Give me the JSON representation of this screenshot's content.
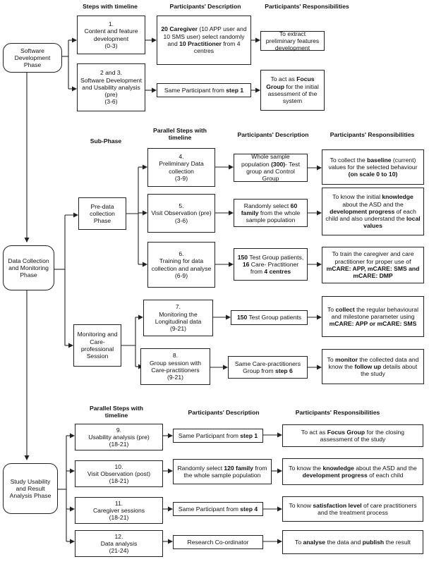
{
  "headers": {
    "steps_timeline": "Steps with timeline",
    "participants_description": "Participants' Description",
    "participants_responsibilities": "Participants' Responsibilities",
    "sub_phase": "Sub-Phase",
    "parallel_steps_1": "Parallel Steps with timeline",
    "participants_description_2": "Participants' Description",
    "participants_responsibilities_2": "Participants' Responsibilities",
    "parallel_steps_2": "Parallel Steps with timeline",
    "participants_description_3": "Participants' Description",
    "participants_responsibilities_3": "Participants' Responsibilities"
  },
  "phases": {
    "software_dev": "Software Development Phase",
    "data_collection": "Data Collection and Monitoring Phase",
    "study_usability": "Study Usability and Result Analysis Phase"
  },
  "subphases": {
    "pre_data": "Pre-data collection Phase",
    "monitoring": "Monitoring and Care-professional Session"
  },
  "steps": {
    "s1": {
      "num": "1.",
      "title": "Content and feature development",
      "time": "(0-3)"
    },
    "s23": {
      "num": "2 and 3.",
      "title": "Software Development and Usability analysis (pre)",
      "time": "(3-6)"
    },
    "s4": {
      "num": "4.",
      "title": "Preliminary Data collection",
      "time": "(3-9)"
    },
    "s5": {
      "num": "5.",
      "title": "Visit Observation (pre)",
      "time": "(3-6)"
    },
    "s6": {
      "num": "6.",
      "title": "Training for data collection and analyse",
      "time": "(6-9)"
    },
    "s7": {
      "num": "7.",
      "title": "Monitoring the Longitudinal data",
      "time": "(9-21)"
    },
    "s8": {
      "num": "8.",
      "title": "Group session with Care-practitioners",
      "time": "(9-21)"
    },
    "s9": {
      "num": "9.",
      "title": "Usability analysis (pre)",
      "time": "(18-21)"
    },
    "s10": {
      "num": "10.",
      "title": "Visit Observation (post)",
      "time": "(18-21)"
    },
    "s11": {
      "num": "11.",
      "title": "Caregiver sessions",
      "time": "(18-21)"
    },
    "s12": {
      "num": "12.",
      "title": "Data analysis",
      "time": "(21-24)"
    }
  },
  "descriptions": {
    "d1": {
      "b1": "20 Caregiver",
      "t1": " (10 APP user and 10 SMS user) select randomly and ",
      "b2": "10 Practitioner",
      "t2": " from 4 centres"
    },
    "d23": {
      "t1": "Same Participant from ",
      "b1": "step 1"
    },
    "d4": {
      "t1": "Whole sample population ",
      "b1": "(300)",
      "t2": "- Test group and Control Group"
    },
    "d5": {
      "t1": "Randomly select ",
      "b1": "60 family",
      "t2": " from the whole sample population"
    },
    "d6": {
      "b1": "150",
      "t1": " Test Group patients, ",
      "b2": "16",
      "t2": " Care- Practitioner from ",
      "b3": "4 centres"
    },
    "d7": {
      "b1": "150",
      "t1": " Test Group patients"
    },
    "d8": {
      "t1": "Same Care-practitioners Group from ",
      "b1": "step 6"
    },
    "d9": {
      "t1": "Same Participant from ",
      "b1": "step 1"
    },
    "d10": {
      "t1": "Randomly select ",
      "b1": "120 family",
      "t2": " from the whole sample population"
    },
    "d11": {
      "t1": "Same Participant from ",
      "b1": "step 4"
    },
    "d12": {
      "t1": "Research Co-ordinator"
    }
  },
  "responsibilities": {
    "r1": {
      "t1": "To extract preliminary features development"
    },
    "r23": {
      "t1": "To act as ",
      "b1": "Focus Group",
      "t2": " for the initial assessment of the system"
    },
    "r4": {
      "t1": "To collect the ",
      "b1": "baseline",
      "t2": " (current) values for the selected behaviour ",
      "b2": "(on scale 0 to 10)"
    },
    "r5": {
      "t1": "To know the initial ",
      "b1": "knowledge",
      "t2": " about the ASD and the ",
      "b2": "development progress",
      "t3": " of each child and also understand the ",
      "b3": "local values"
    },
    "r6": {
      "t1": "To train the caregiver and care practitioner for proper use of ",
      "b1": "mCARE: APP, mCARE: SMS and mCARE: DMP"
    },
    "r7": {
      "t1": "To ",
      "b1": "collect",
      "t2": " the regular behavioural and milestone parameter using ",
      "b2": "mCARE: APP or mCARE: SMS"
    },
    "r8": {
      "t1": "To ",
      "b1": "monitor",
      "t2": " the collected data and know the ",
      "b2": "follow up",
      "t3": " details about the study"
    },
    "r9": {
      "t1": "To act as ",
      "b1": "Focus Group",
      "t2": " for the closing assessment of the study"
    },
    "r10": {
      "t1": "To know the ",
      "b1": "knowledge",
      "t2": " about the ASD and the ",
      "b2": "development progress",
      "t3": " of each child"
    },
    "r11": {
      "t1": "To know ",
      "b1": "satisfaction level",
      "t2": " of care practitioners and the treatment process"
    },
    "r12": {
      "t1": "To ",
      "b1": "analyse",
      "t2": " the data and ",
      "b2": "publish",
      "t3": " the result"
    }
  }
}
